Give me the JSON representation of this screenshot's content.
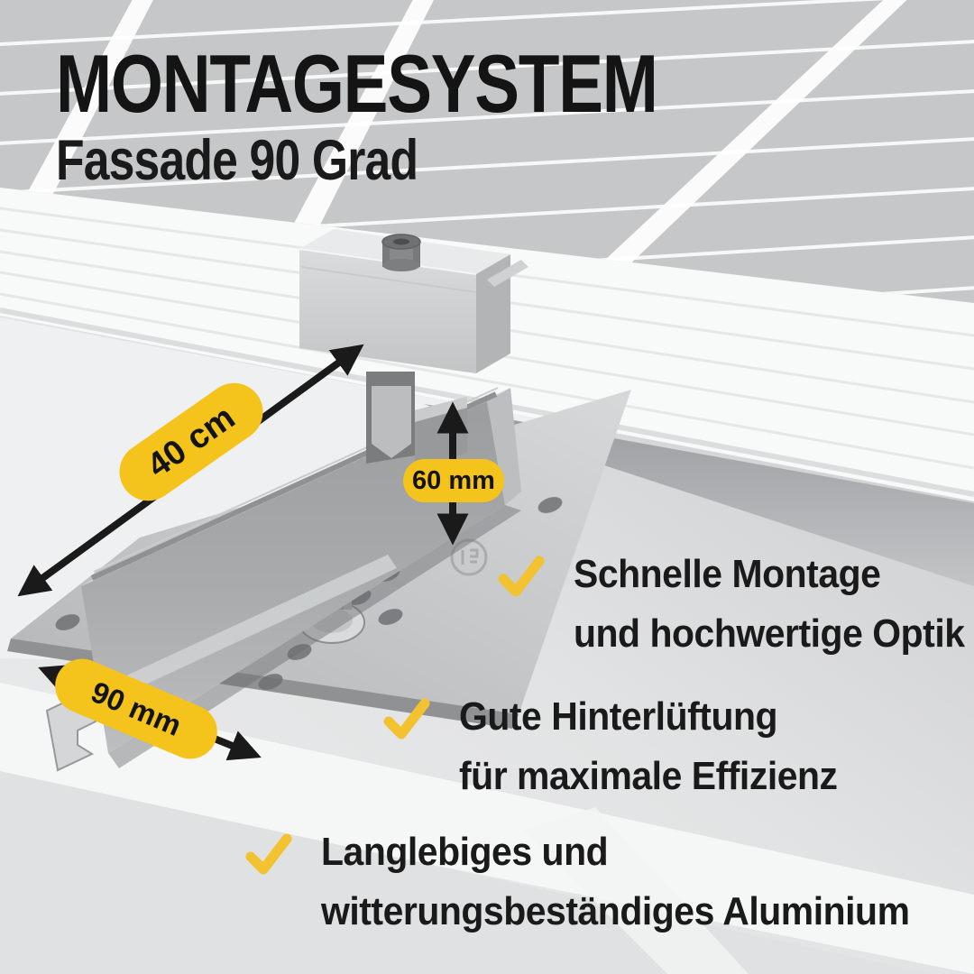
{
  "title": "MONTAGESYSTEM",
  "subtitle": "Fassade 90 Grad",
  "annotations": {
    "rail_length": "40 cm",
    "profile_height": "60 mm",
    "profile_width": "90 mm"
  },
  "features": [
    {
      "icon": "check-icon",
      "line1": "Schnelle Montage",
      "line2": "und hochwertige Optik"
    },
    {
      "icon": "check-icon",
      "line1": "Gute Hinterlüftung",
      "line2": "für maximale Effizienz"
    },
    {
      "icon": "check-icon",
      "line1": "Langlebiges und",
      "line2": "witterungsbeständiges Aluminium"
    }
  ],
  "colors": {
    "accent_yellow": "#F5C41C",
    "check_yellow": "#F2C230",
    "text_black": "#141414",
    "arrow_black": "#1A1A1A",
    "panel_gray": "#C5C7C9",
    "metal_light": "#D6D8DA",
    "metal_mid": "#A9ABAD"
  }
}
